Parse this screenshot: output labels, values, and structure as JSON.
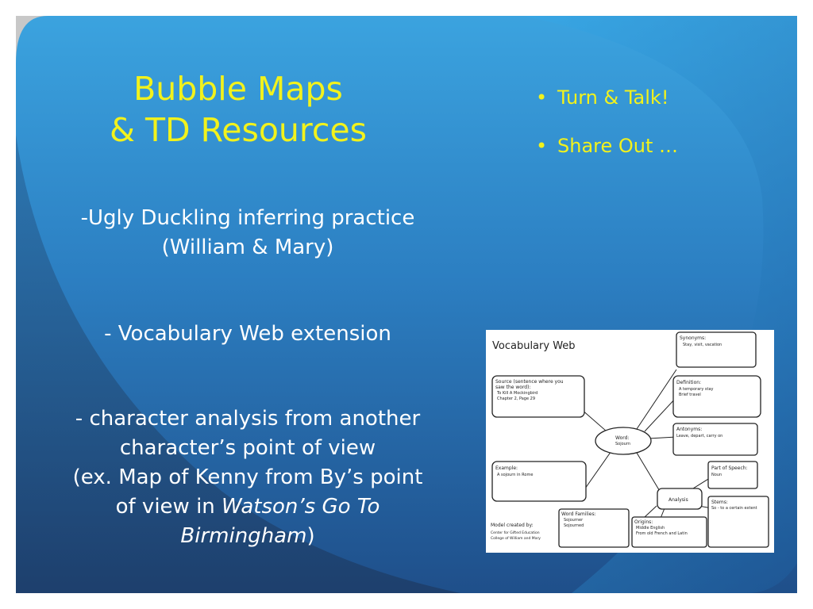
{
  "slide": {
    "title_line1": "Bubble Maps",
    "title_line2": "& TD Resources",
    "para1_line1": "-Ugly Duckling inferring practice",
    "para1_line2": "(William & Mary)",
    "para2": "- Vocabulary Web extension",
    "para3_line1": "- character analysis from another",
    "para3_line2": "character’s point of view",
    "para3_line3": "(ex. Map of Kenny from By’s point",
    "para3_line4_pre": "of view in ",
    "para3_line4_italic": "Watson’s Go To",
    "para3_line5_italic": "Birmingham",
    "para3_line5_post": ")",
    "bullets": [
      "Turn & Talk!",
      "Share Out …"
    ],
    "bullet_icon": "bullet-dot-icon"
  },
  "vocab_web": {
    "title": "Vocabulary Web",
    "synonyms_label": "Synonyms:",
    "synonyms_value": "Stay, visit, vacation",
    "source_label_1": "Source (sentence where you",
    "source_label_2": "saw the word):",
    "source_value_1": "To Kill A Mockingbird",
    "source_value_2": "Chapter 2, Page 29",
    "definition_label": "Definition:",
    "definition_value_1": "A temporary stay",
    "definition_value_2": "Brief travel",
    "word_label": "Word:",
    "word_value": "Sojourn",
    "antonyms_label": "Antonyms:",
    "antonyms_value": "Leave, depart, carry on",
    "example_label": "Example:",
    "example_value": "A sojourn in Rome",
    "pos_label": "Part of Speech:",
    "pos_value": "Noun",
    "analysis_label": "Analysis",
    "stems_label": "Stems:",
    "stems_value": "So - to a certain extent",
    "families_label": "Word Families:",
    "families_value_1": "Sojourner",
    "families_value_2": "Sojourned",
    "origins_label": "Origins:",
    "origins_value_1": "Middle English",
    "origins_value_2": "From old French and Latin",
    "credit_1": "Model created by:",
    "credit_2": "Center for Gifted Education",
    "credit_3": "College of William and Mary"
  },
  "colors": {
    "title_yellow": "#f2f21c",
    "body_white": "#ffffff",
    "bg_blue": "#2a82c8",
    "bg_dark": "#1d3d66"
  }
}
